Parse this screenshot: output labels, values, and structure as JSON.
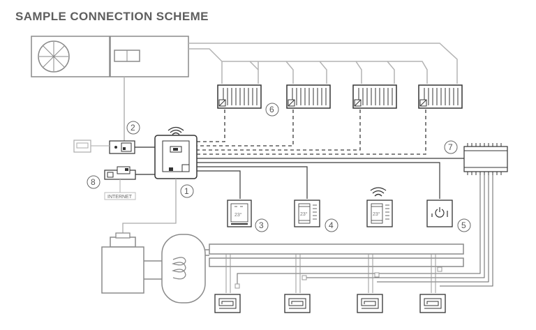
{
  "title": "SAMPLE CONNECTION SCHEME",
  "callouts": [
    "1",
    "2",
    "3",
    "4",
    "5",
    "6",
    "7",
    "8"
  ],
  "internet_label": "INTERNET",
  "thermostat_display": "23°",
  "colors": {
    "line": "#b3b3b3",
    "dark_line": "#3a3a3a",
    "title": "#5e5e5e",
    "device": "#8a8a8a"
  }
}
